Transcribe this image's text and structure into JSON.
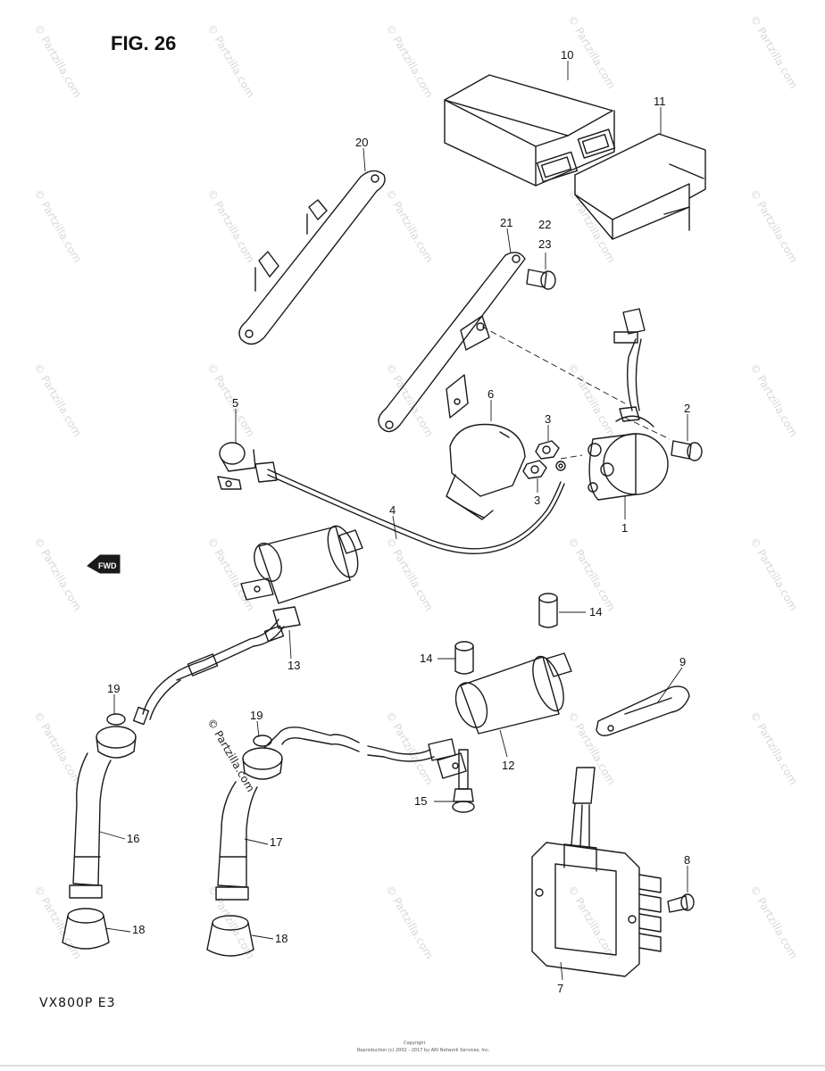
{
  "figure": {
    "title": "FIG. 26",
    "model_code": "VX800P E3"
  },
  "callouts": [
    "1",
    "2",
    "3",
    "3",
    "4",
    "5",
    "6",
    "7",
    "8",
    "9",
    "10",
    "11",
    "12",
    "13",
    "14",
    "14",
    "15",
    "16",
    "17",
    "18",
    "18",
    "19",
    "19",
    "20",
    "21",
    "22",
    "23"
  ],
  "watermark": {
    "text": "© Partzilla.com"
  },
  "footer": {
    "copyright_heading": "Copyright",
    "copyright_text": "Reproduction (c) 2002 - 2017 by ARI Network Services, Inc."
  }
}
